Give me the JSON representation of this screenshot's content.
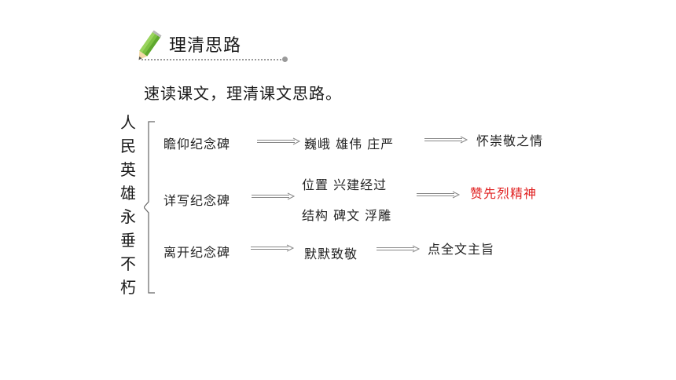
{
  "section": {
    "title": "理清思路"
  },
  "instruction": "速读课文，理清课文思路。",
  "side_title": [
    "人",
    "民",
    "英",
    "雄",
    "永",
    "垂",
    "不",
    "朽"
  ],
  "rows": {
    "r1": {
      "part": "瞻仰纪念碑",
      "content": "巍峨 雄伟 庄严",
      "meaning": "怀崇敬之情"
    },
    "r2": {
      "part": "详写纪念碑",
      "content_a": "位置 兴建经过",
      "content_b": "结构 碑文 浮雕",
      "meaning": "赞先烈精神"
    },
    "r3": {
      "part": "离开纪念碑",
      "content": "默默致敬",
      "meaning": "点全文主旨"
    }
  },
  "colors": {
    "highlight": "#e02020",
    "text": "#222222",
    "accent_pencil": "#7dc242"
  },
  "icons": [
    "pencil-icon",
    "arrow-right-icon",
    "brace-icon"
  ]
}
